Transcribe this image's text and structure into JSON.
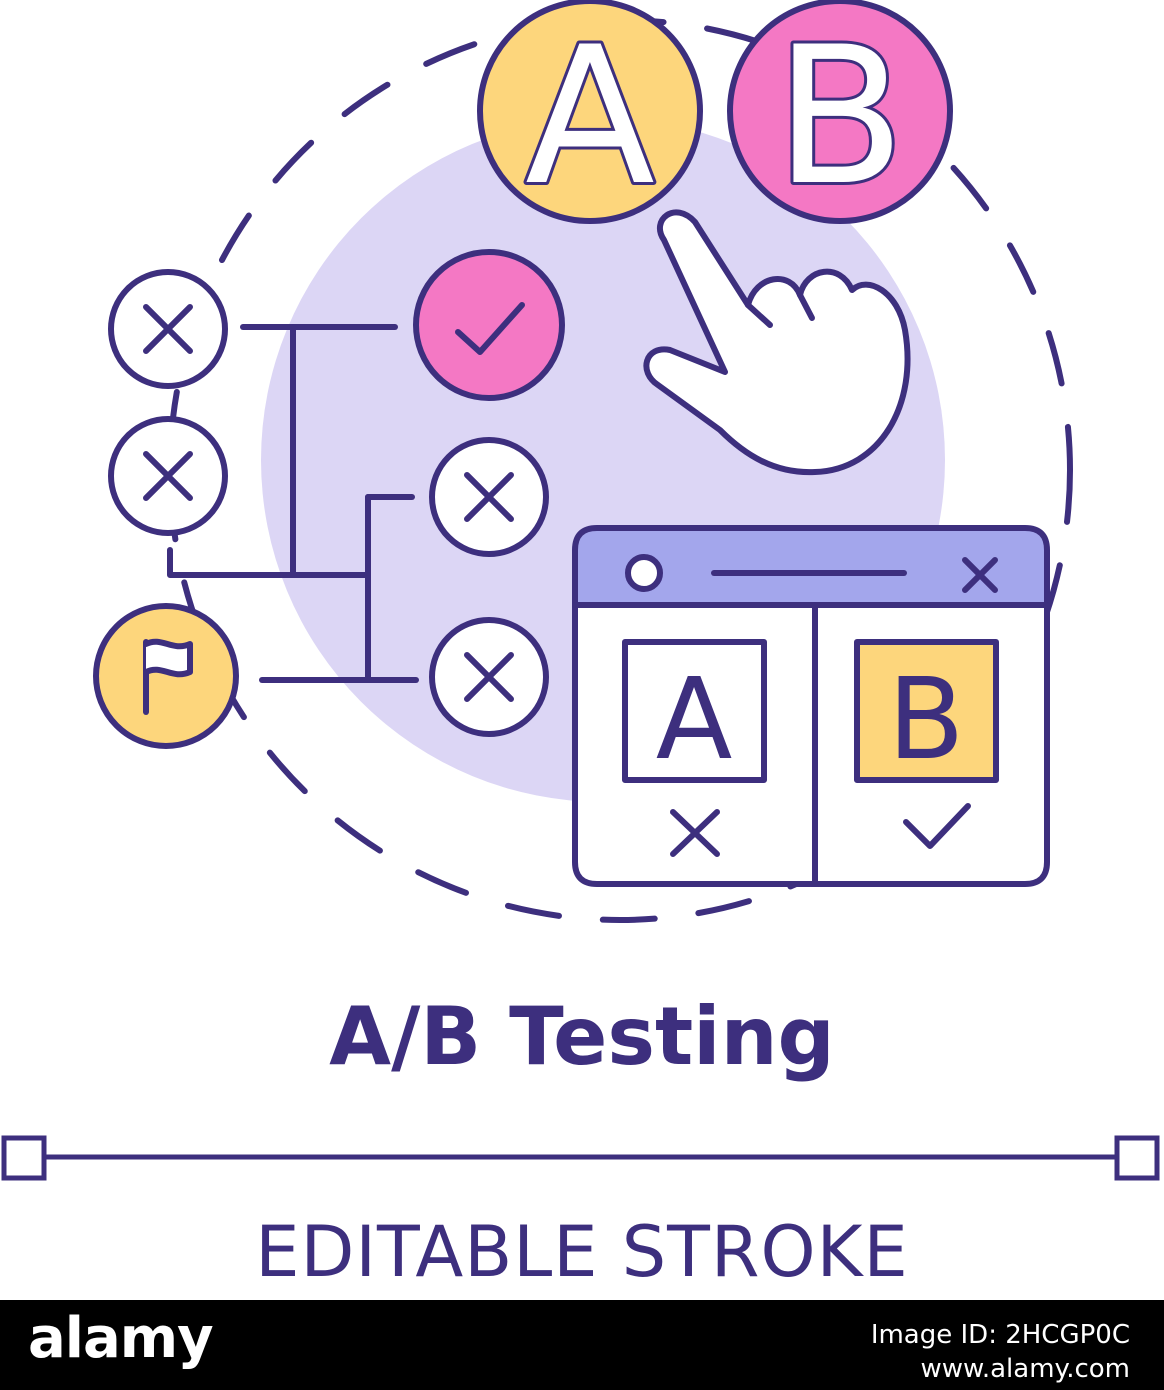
{
  "title": "A/B Testing",
  "subtitle": "EDITABLE STROKE",
  "bubbles": {
    "a_letter": "A",
    "b_letter": "B"
  },
  "browser_window": {
    "panel_a_letter": "A",
    "panel_b_letter": "B"
  },
  "footer": {
    "logo": "alamy",
    "image_id": "Image ID: 2HCGP0C",
    "url": "www.alamy.com"
  },
  "colors": {
    "outline": "#3d2f7e",
    "lavender": "#dcd6f5",
    "yellow": "#fdd67c",
    "pink": "#f478c4",
    "window_bar": "#a3a6ec",
    "background": "#ffffff",
    "footer": "#000000"
  }
}
